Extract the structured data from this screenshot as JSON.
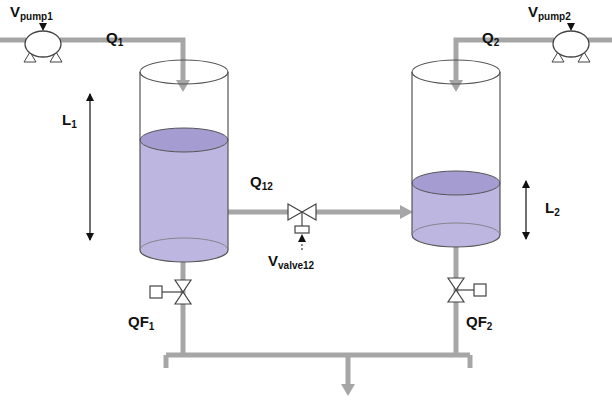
{
  "diagram": {
    "labels": [
      "Vpump1",
      "Q1",
      "L1",
      "Q12",
      "Vvalve12",
      "L2",
      "Q2",
      "Vpump2",
      "QF1",
      "QF2"
    ]
  }
}
